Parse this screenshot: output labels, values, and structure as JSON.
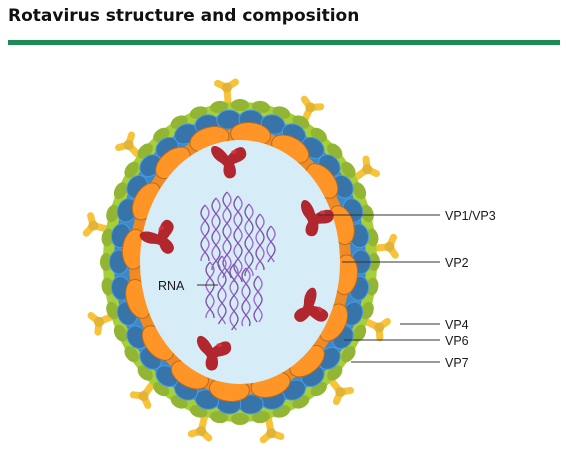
{
  "header": {
    "title": "Rotavirus structure and composition"
  },
  "labels": {
    "vp1_vp3": "VP1/VP3",
    "vp2": "VP2",
    "vp4": "VP4",
    "vp6": "VP6",
    "vp7": "VP7",
    "rna": "RNA"
  },
  "colors": {
    "rule": "#1e8b57",
    "vp7_outer_layer": "#a6cf3a",
    "vp6_middle_layer": "#3f88c8",
    "vp2_inner_layer": "#f08a24",
    "core": "#d6ecf7",
    "vp1_vp3_enzymes": "#b2262d",
    "vp4_spikes": "#f6c33a",
    "rna_helix": "#9e6ad1"
  },
  "icons": {
    "spike": "vp4-spike-icon",
    "enzyme": "vp1-vp3-enzyme-icon",
    "rna": "rna-helix-icon"
  }
}
